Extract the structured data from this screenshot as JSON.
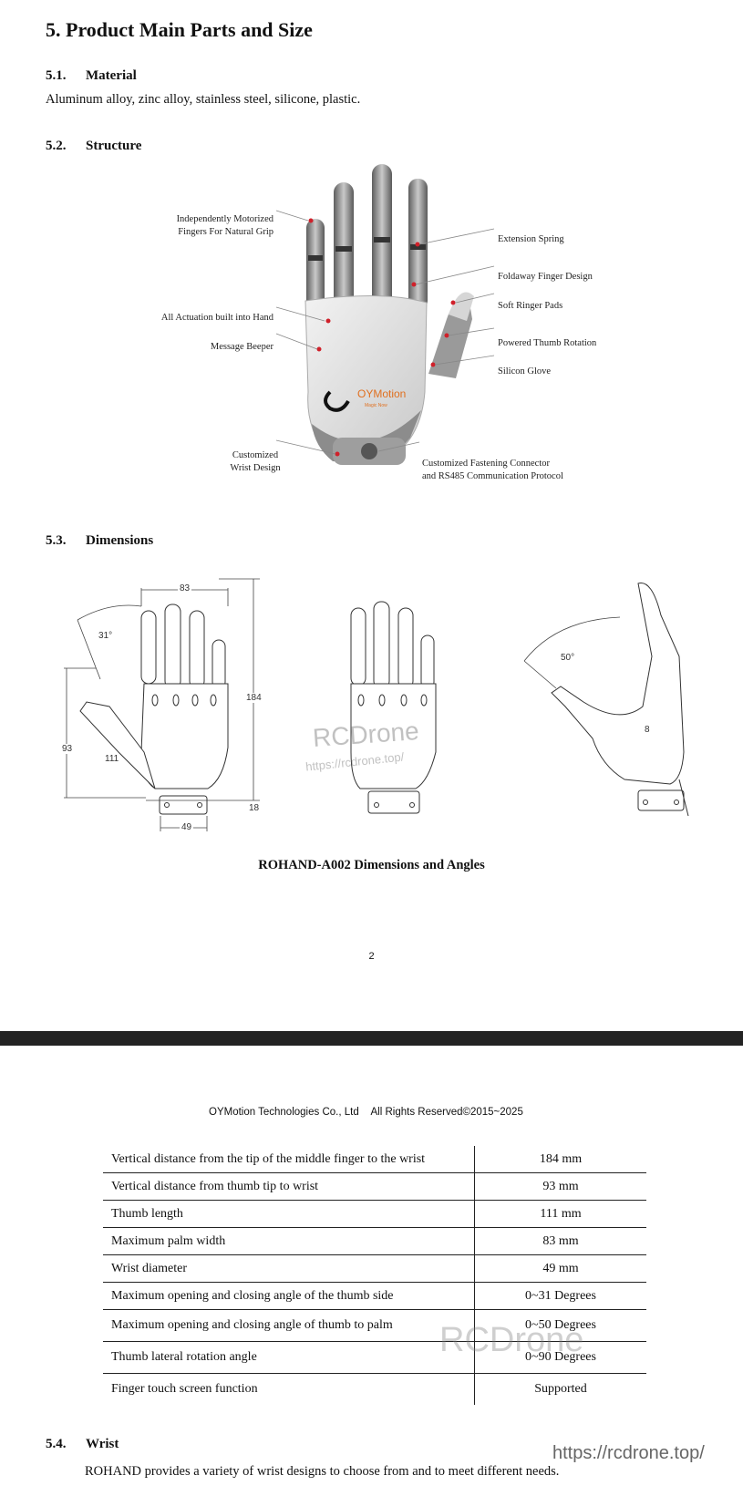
{
  "heading": "5.  Product Main Parts and Size",
  "material": {
    "num": "5.1.",
    "title": "Material",
    "text": "Aluminum alloy, zinc alloy, stainless steel, silicone, plastic."
  },
  "structure": {
    "num": "5.2.",
    "title": "Structure",
    "callouts_left": [
      {
        "line1": "Independently Motorized",
        "line2": "Fingers For Natural Grip"
      },
      {
        "line1": "All Actuation built into Hand",
        "line2": ""
      },
      {
        "line1": "Message Beeper",
        "line2": ""
      },
      {
        "line1": "Customized",
        "line2": "Wrist Design"
      }
    ],
    "callouts_right": [
      {
        "line1": "Extension Spring",
        "line2": ""
      },
      {
        "line1": "Foldaway Finger Design",
        "line2": ""
      },
      {
        "line1": "Soft Ringer Pads",
        "line2": ""
      },
      {
        "line1": "Powered Thumb Rotation",
        "line2": ""
      },
      {
        "line1": "Silicon Glove",
        "line2": ""
      },
      {
        "line1": "Customized  Fastening Connector",
        "line2": "and RS485 Communication Protocol"
      }
    ],
    "logo_text": "OYMotion",
    "logo_sub": "Magic Now"
  },
  "dimensions": {
    "num": "5.3.",
    "title": "Dimensions",
    "labels": {
      "palm_width": "83",
      "thumb_angle": "31°",
      "height": "184",
      "thumb_height": "93",
      "thumb_length": "111",
      "wrist_height": "18",
      "wrist_width": "49",
      "side_angle": "50°",
      "side_mark": "8"
    },
    "caption": "ROHAND-A002 Dimensions and Angles"
  },
  "page_number": "2",
  "footer": {
    "company": "OYMotion Technologies Co., Ltd",
    "rights": "All Rights Reserved©2015~2025"
  },
  "spec_table": [
    {
      "label": "Vertical distance from the tip of the middle finger to the wrist",
      "value": "184 mm"
    },
    {
      "label": "Vertical distance from thumb tip to wrist",
      "value": "93 mm"
    },
    {
      "label": "Thumb length",
      "value": "111 mm"
    },
    {
      "label": "Maximum palm width",
      "value": "83 mm"
    },
    {
      "label": "Wrist diameter",
      "value": "49 mm"
    },
    {
      "label": "Maximum opening and closing angle of the thumb side",
      "value": "0~31 Degrees"
    },
    {
      "label": "Maximum opening and closing angle of thumb to palm",
      "value": "0~50 Degrees"
    },
    {
      "label": "Thumb lateral rotation angle",
      "value": "0~90 Degrees"
    },
    {
      "label": "Finger touch screen function",
      "value": "Supported"
    }
  ],
  "wrist": {
    "num": "5.4.",
    "title": "Wrist",
    "text": "ROHAND provides a variety of wrist designs to choose from and to meet different needs."
  },
  "watermarks": {
    "brand": "RCDrone",
    "url_small": "https://rcdrone.top/",
    "url_large": "https://rcdrone.top/"
  }
}
